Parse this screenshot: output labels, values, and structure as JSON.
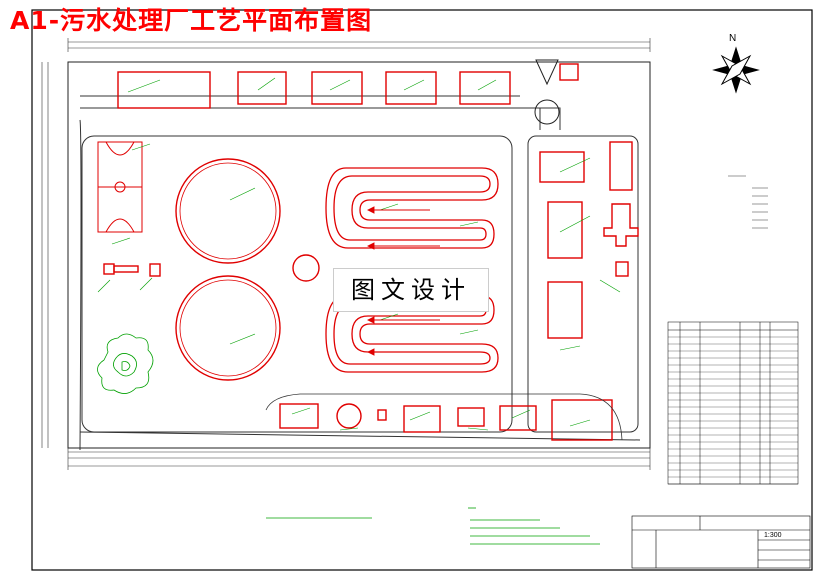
{
  "title": "A1-污水处理厂工艺平面布置图",
  "watermark": "图文设计",
  "north_label": "N",
  "title_block": {
    "scale": "1:300"
  }
}
